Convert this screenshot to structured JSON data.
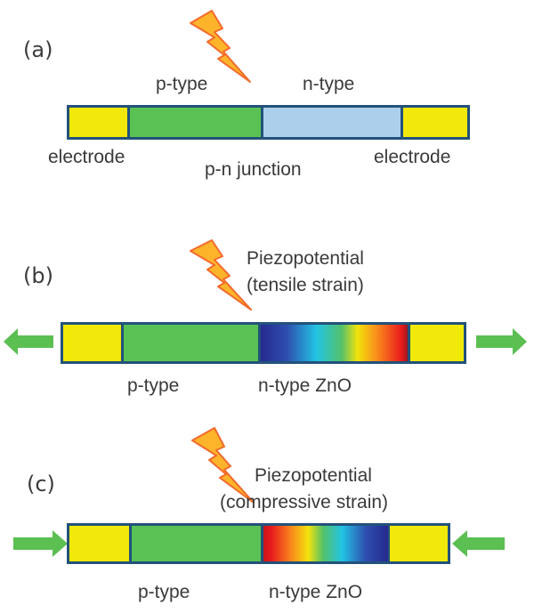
{
  "figure": {
    "colors": {
      "electrode": "#f1e90a",
      "p_type": "#5ac254",
      "n_type": "#acd0ec",
      "border": "#23527a",
      "arrow": "#5bbf52",
      "bolt_fill": "#fdb42b",
      "bolt_stroke": "#f26a2b",
      "piezo_gradient": [
        "#262a8e",
        "#2e4fb0",
        "#22c4e4",
        "#53c06a",
        "#f3e30c",
        "#f9861c",
        "#e8191c"
      ]
    },
    "panels": [
      {
        "id": "a",
        "label": "(a)",
        "top_labels": [
          "p-type",
          "n-type"
        ],
        "bottom_labels": [
          "electrode",
          "p-n junction",
          "electrode"
        ],
        "segments": [
          "electrode",
          "p-type",
          "n-type",
          "electrode"
        ]
      },
      {
        "id": "b",
        "label": "(b)",
        "annotation": [
          "Piezopotential",
          "(tensile strain)"
        ],
        "strain": "tensile",
        "arrow_direction": "outward",
        "gradient_order": "blue-to-red",
        "bottom_labels": [
          "p-type",
          "n-type ZnO"
        ],
        "segments": [
          "electrode",
          "p-type",
          "n-type ZnO (piezopotential)",
          "electrode"
        ]
      },
      {
        "id": "c",
        "label": "(c)",
        "annotation": [
          "Piezopotential",
          "(compressive strain)"
        ],
        "strain": "compressive",
        "arrow_direction": "inward",
        "gradient_order": "red-to-blue",
        "bottom_labels": [
          "p-type",
          "n-type ZnO"
        ],
        "segments": [
          "electrode",
          "p-type",
          "n-type ZnO (piezopotential)",
          "electrode"
        ]
      }
    ]
  }
}
